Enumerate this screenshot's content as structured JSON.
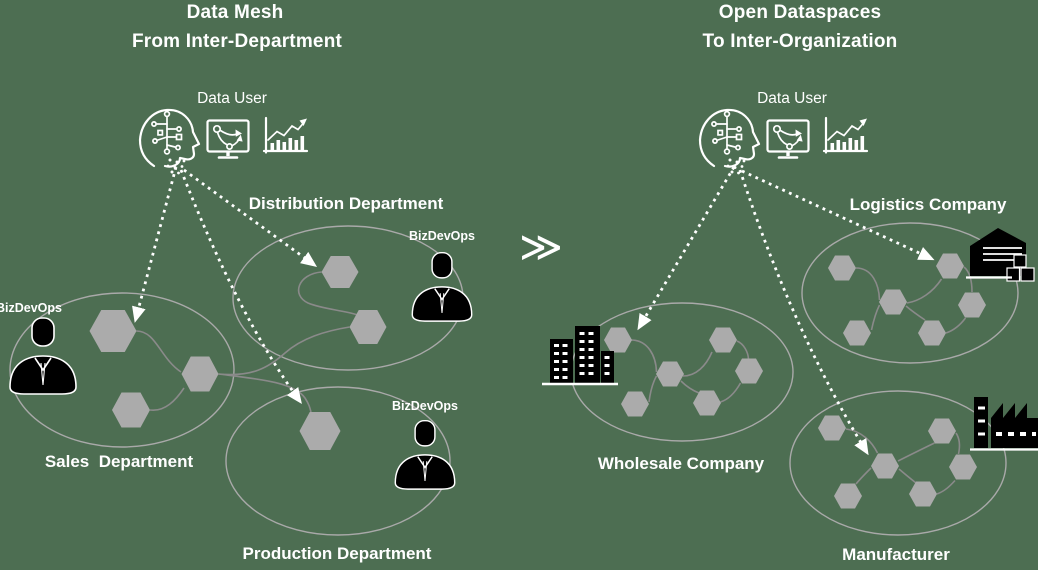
{
  "colors": {
    "background": "#4d6e52",
    "text": "#ffffff",
    "ellipse_stroke": "#a9a9a9",
    "connector": "#8a8a8a",
    "hexagon_fill": "#ababab",
    "arrow": "#ffffff",
    "icon_fill": "#000000"
  },
  "separator": {
    "symbol": "≫"
  },
  "left_panel": {
    "title_line1": "Data Mesh",
    "title_line2": "From Inter-Department",
    "data_user": {
      "label": "Data User",
      "icons": [
        "ai-head-circuit-icon",
        "monitor-route-icon",
        "growth-chart-icon"
      ]
    },
    "groups": [
      {
        "label": "Sales  Department",
        "role_label": "BizDevOps",
        "icon": "bizdevops-person-icon"
      },
      {
        "label": "Distribution Department",
        "role_label": "BizDevOps",
        "icon": "bizdevops-person-icon"
      },
      {
        "label": "Production Department",
        "role_label": "BizDevOps",
        "icon": "bizdevops-person-icon"
      }
    ]
  },
  "right_panel": {
    "title_line1": "Open Dataspaces",
    "title_line2": "To Inter-Organization",
    "data_user": {
      "label": "Data User",
      "icons": [
        "ai-head-circuit-icon",
        "monitor-route-icon",
        "growth-chart-icon"
      ]
    },
    "groups": [
      {
        "label": "Wholesale Company",
        "icon": "office-building-icon"
      },
      {
        "label": "Logistics Company",
        "icon": "warehouse-icon"
      },
      {
        "label": "Manufacturer",
        "icon": "factory-icon"
      }
    ]
  }
}
